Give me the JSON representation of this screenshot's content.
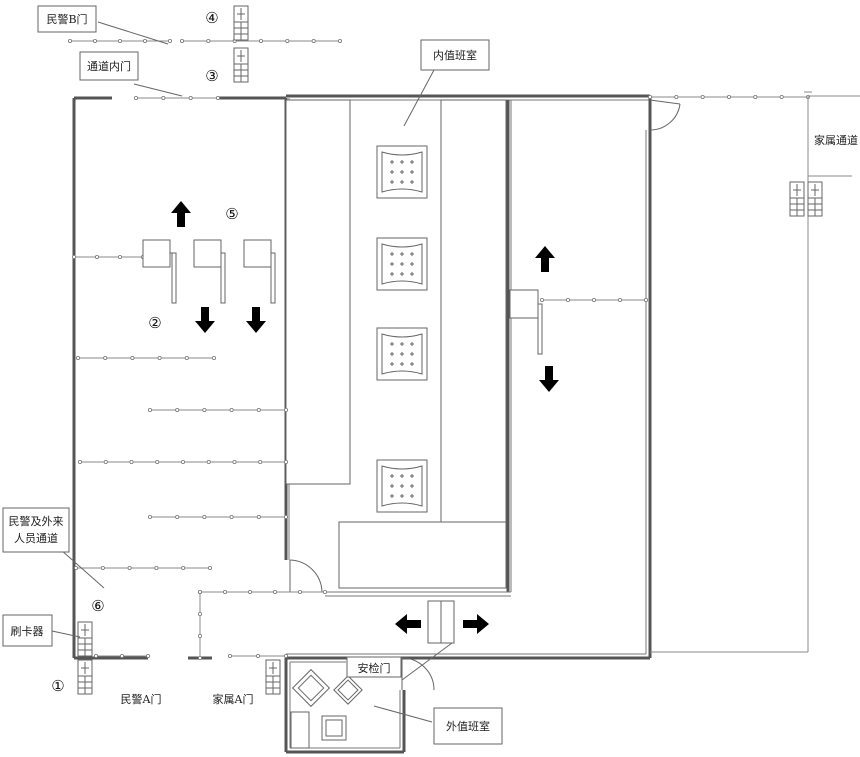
{
  "labels": {
    "police_b_gate": "民警B门",
    "inner_passage_gate": "通道内门",
    "inner_duty_room": "内值班室",
    "family_passage": "家属通道",
    "police_visitor_passage_line1": "民警及外来",
    "police_visitor_passage_line2": "人员通道",
    "card_reader": "刷卡器",
    "police_a_gate": "民警A门",
    "family_a_gate": "家属A门",
    "security_gate": "安检门",
    "outer_duty_room": "外值班室"
  },
  "markers": {
    "m1": "①",
    "m2": "②",
    "m3": "③",
    "m4": "④",
    "m5": "⑤",
    "m6": "⑥"
  },
  "icons": {
    "gate_arrow": "arrow-icon",
    "card_device": "card-reader-icon",
    "duty_desk": "duty-desk-icon",
    "turnstile": "turnstile-icon"
  },
  "colors": {
    "wall": "#555555",
    "line": "#777777",
    "arrow": "#000000",
    "background": "#ffffff"
  }
}
